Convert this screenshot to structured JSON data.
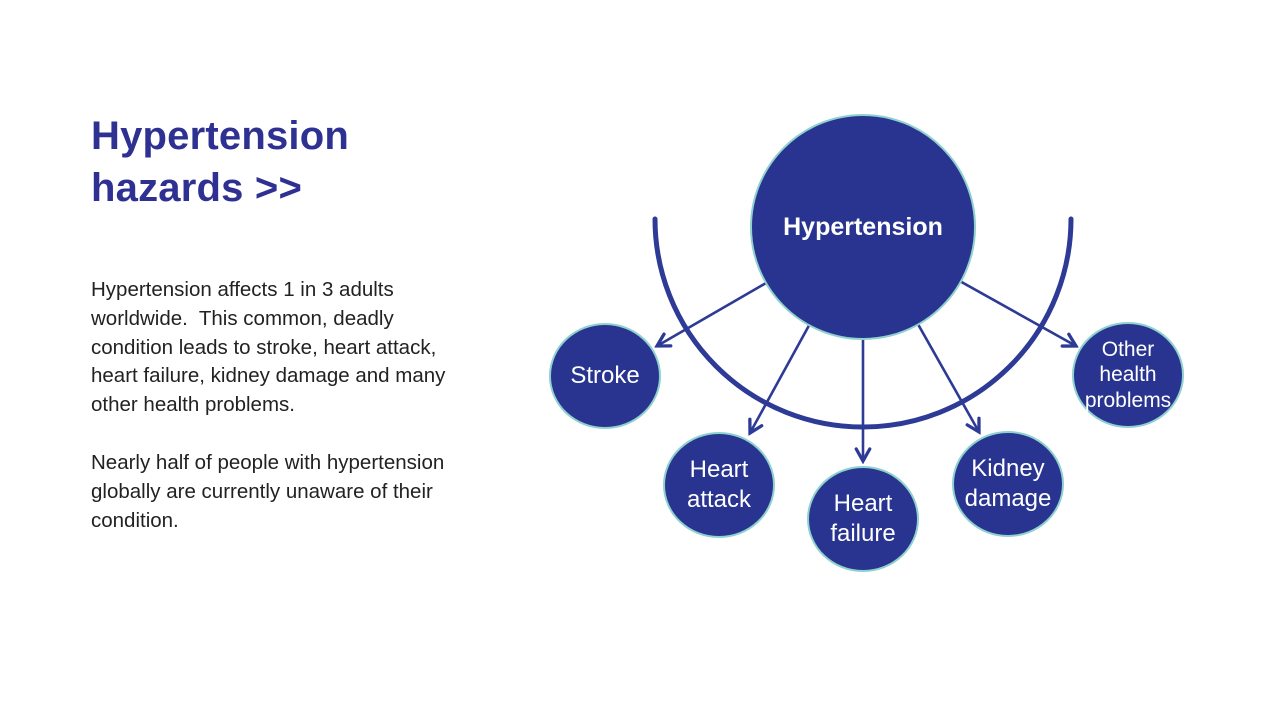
{
  "slide": {
    "title_lines": [
      "Hypertension",
      "hazards >>"
    ],
    "paragraphs": [
      "Hypertension affects 1 in 3 adults worldwide.  This common, deadly condition leads to stroke, heart attack, heart failure, kidney damage and many other health problems.",
      "Nearly half of people with hypertension globally are currently unaware of their condition."
    ]
  },
  "diagram": {
    "center_node": {
      "label": "Hypertension"
    },
    "nodes": [
      {
        "label": "Stroke"
      },
      {
        "label": "Heart attack"
      },
      {
        "label": "Heart failure"
      },
      {
        "label": "Kidney damage"
      },
      {
        "label": "Other health problems"
      }
    ]
  },
  "colors": {
    "title-blue": "#2E3192",
    "body-text": "#222222",
    "navy-fill": "#28348F",
    "circle-edge": "#8ED1CE",
    "arrow-blue": "#2D3A96"
  }
}
